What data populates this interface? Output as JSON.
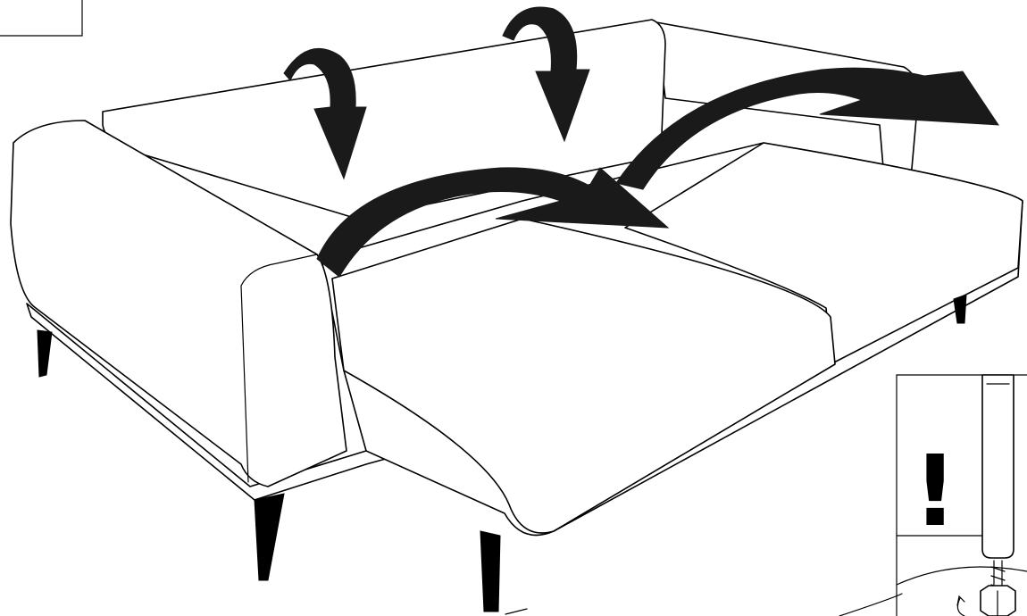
{
  "figure": {
    "subject": "sofa-bed",
    "colors": {
      "line": "#000000",
      "fill": "#ffffff",
      "arrow": "#1a1a1a"
    }
  },
  "corner_box": {
    "label": ""
  },
  "warning_inset": {
    "symbol": "!",
    "icons": [
      "leveling-foot-icon",
      "rotate-adjust-icon"
    ]
  },
  "arrows": [
    {
      "name": "cushion-flip-arrow-1",
      "motion": "curved-down"
    },
    {
      "name": "cushion-flip-arrow-2",
      "motion": "curved-down"
    },
    {
      "name": "seat-pull-arrow",
      "motion": "arc-right"
    },
    {
      "name": "back-fold-arrow",
      "motion": "arc-right"
    }
  ]
}
